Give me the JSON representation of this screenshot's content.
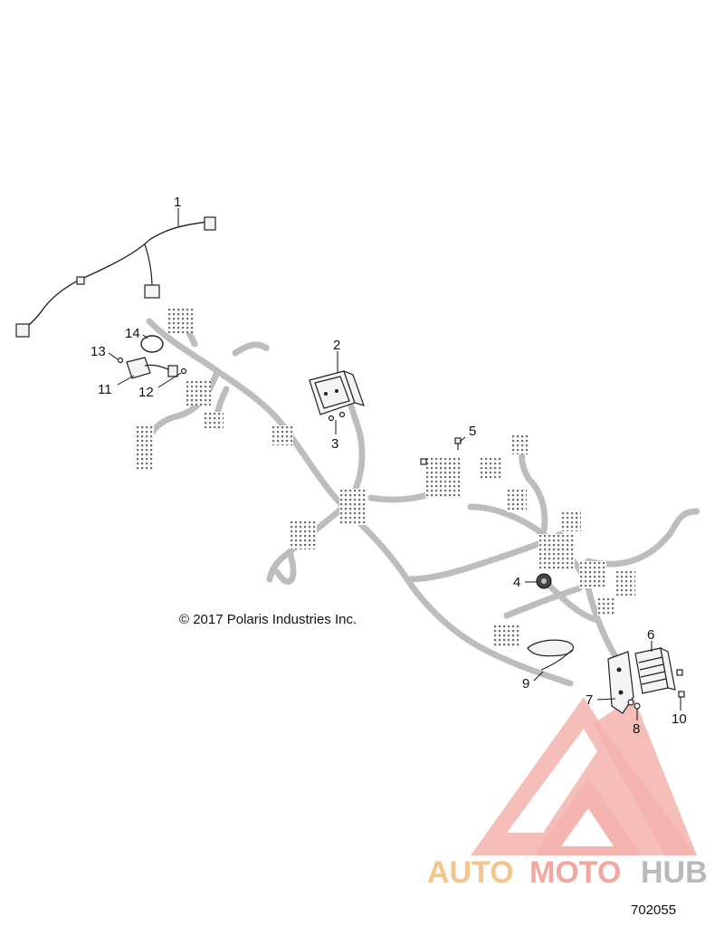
{
  "copyright": "© 2017 Polaris Industries Inc.",
  "figure_number": "702055",
  "watermark": {
    "text_part1": "AUTO",
    "text_part2": "MOTO",
    "text_part3": "HUB",
    "color_primary": "#f4a6a0",
    "color_secondary": "#f6c58b",
    "color_tertiary": "#b9b9b9"
  },
  "callouts": [
    {
      "id": "1",
      "label": "1"
    },
    {
      "id": "2",
      "label": "2"
    },
    {
      "id": "3",
      "label": "3"
    },
    {
      "id": "4",
      "label": "4"
    },
    {
      "id": "5",
      "label": "5"
    },
    {
      "id": "6",
      "label": "6"
    },
    {
      "id": "7",
      "label": "7"
    },
    {
      "id": "8",
      "label": "8"
    },
    {
      "id": "9",
      "label": "9"
    },
    {
      "id": "10",
      "label": "10"
    },
    {
      "id": "11",
      "label": "11"
    },
    {
      "id": "12",
      "label": "12"
    },
    {
      "id": "13",
      "label": "13"
    },
    {
      "id": "14",
      "label": "14"
    }
  ]
}
